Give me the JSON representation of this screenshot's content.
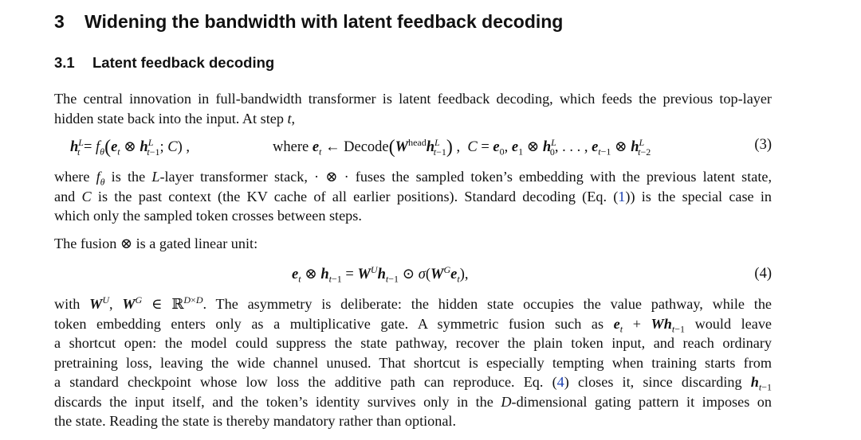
{
  "section": {
    "number": "3",
    "title": "Widening the bandwidth with latent feedback decoding"
  },
  "subsection": {
    "number": "3.1",
    "title": "Latent feedback decoding"
  },
  "para1": {
    "line1": "The central innovation in full-bandwidth transformer is latent feedback decoding, which feeds the previous top-layer",
    "line2a": "hidden state back into the input. At step ",
    "line2b": "t",
    "line2c": ","
  },
  "eq3": {
    "where": "where",
    "decode": "Decode",
    "head": "head",
    "number": "(3)"
  },
  "para2": {
    "a": "where ",
    "b": " is the ",
    "c": "-layer transformer stack, · ⊗ · fuses the sampled token’s embedding with the previous latent state,",
    "d": "and ",
    "e": " is the past context (the KV cache of all earlier positions). Standard decoding (Eq. (",
    "ref": "1",
    "f": ")) is the special case in",
    "g": "which only the sampled token crosses between steps."
  },
  "para3": {
    "text": "The fusion ⊗ is a gated linear unit:"
  },
  "eq4": {
    "number": "(4)"
  },
  "para4": {
    "a": "with ",
    "b": ". The asymmetry is deliberate: the hidden state occupies the value pathway, while the",
    "c": "token embedding enters only as a multiplicative gate. A symmetric fusion such as ",
    "d": " would leave",
    "e": "a shortcut open: the model could suppress the state pathway, recover the plain token input, and reach ordinary",
    "f": "pretraining loss, leaving the wide channel unused. That shortcut is especially tempting when training starts from",
    "g": "a standard checkpoint whose low loss the additive path can reproduce. Eq. (",
    "ref": "4",
    "h": ") closes it, since discarding ",
    "i": "discards the input itself, and the token’s identity survives only in the ",
    "j": "-dimensional gating pattern it imposes on",
    "k": "the state. Reading the state is thereby mandatory rather than optional."
  }
}
